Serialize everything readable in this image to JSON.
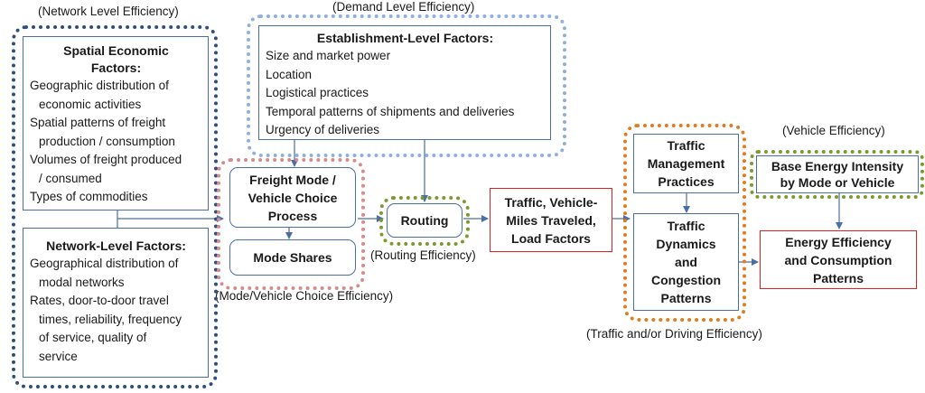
{
  "captions": {
    "network_level": "(Network Level Efficiency)",
    "demand_level": "(Demand Level Efficiency)",
    "routing": "(Routing Efficiency)",
    "mode_vehicle_choice": "(Mode/Vehicle Choice Efficiency)",
    "traffic_driving": "(Traffic and/or Driving Efficiency)",
    "vehicle": "(Vehicle Efficiency)"
  },
  "spatial_economic": {
    "title_line1": "Spatial Economic",
    "title_line2": "Factors:",
    "lines": [
      "Geographic distribution of",
      "economic activities",
      "Spatial patterns of freight",
      "production / consumption",
      "Volumes of freight produced",
      "/ consumed",
      "Types of commodities"
    ]
  },
  "network_factors": {
    "title": "Network-Level Factors:",
    "lines": [
      "Geographical distribution of",
      "modal networks",
      "Rates, door-to-door travel",
      "times, reliability, frequency",
      "of service, quality of",
      "service"
    ]
  },
  "establishment": {
    "title": "Establishment-Level Factors:",
    "lines": [
      "Size and market power",
      "Location",
      "Logistical practices",
      "Temporal patterns of shipments and deliveries",
      "Urgency of deliveries"
    ]
  },
  "freight_choice": {
    "line1": "Freight Mode /",
    "line2": "Vehicle Choice",
    "line3": "Process"
  },
  "mode_shares": "Mode Shares",
  "routing_box": "Routing",
  "traffic_vmt": {
    "line1": "Traffic, Vehicle-",
    "line2": "Miles Traveled,",
    "line3": "Load Factors"
  },
  "traffic_management": {
    "line1": "Traffic",
    "line2": "Management",
    "line3": "Practices"
  },
  "traffic_dynamics": {
    "line1": "Traffic",
    "line2": "Dynamics",
    "line3": "and",
    "line4": "Congestion",
    "line5": "Patterns"
  },
  "base_energy": {
    "line1": "Base Energy Intensity",
    "line2": "by Mode or Vehicle"
  },
  "energy_efficiency": {
    "line1": "Energy Efficiency",
    "line2": "and Consumption",
    "line3": "Patterns"
  },
  "colors": {
    "network_frame": "#2f4e7a",
    "demand_frame": "#8fb0dc",
    "mode_frame": "#d48c8c",
    "routing_frame": "#7a9a2e",
    "traffic_frame": "#e07b1f",
    "vehicle_frame": "#7a9a2e",
    "box_border": "#4a6fa5",
    "arrow": "#4a6fa5",
    "output_border": "#e02020"
  }
}
